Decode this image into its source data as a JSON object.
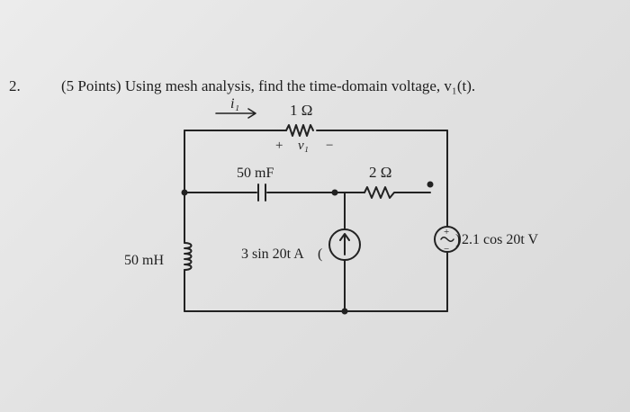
{
  "question": {
    "number": "2.",
    "text": "(5 Points) Using mesh analysis, find the time-domain voltage, v₁(t)."
  },
  "circuit": {
    "current_label": "i₁",
    "r1_value": "1 Ω",
    "v1_plus": "+",
    "v1_label": "v₁",
    "v1_minus": "−",
    "capacitor_value": "50 mF",
    "r2_value": "2 Ω",
    "inductor_value": "50 mH",
    "current_source_label": "3 sin 20t A",
    "voltage_source_label": "2.1 cos 20t V",
    "voltage_source_plus": "+",
    "voltage_source_minus": "−"
  }
}
